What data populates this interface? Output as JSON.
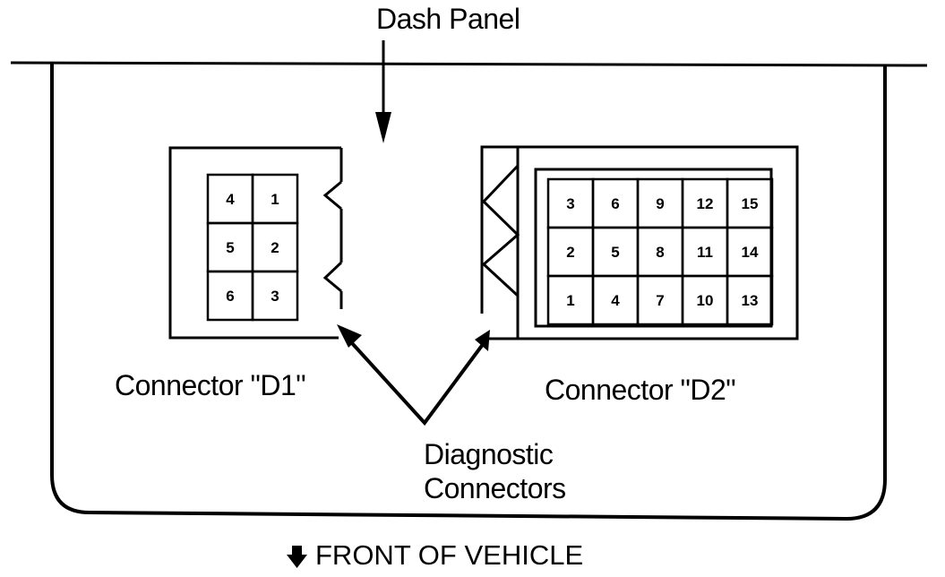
{
  "labels": {
    "dash_panel": "Dash Panel",
    "connector_d1": "Connector \"D1\"",
    "connector_d2": "Connector \"D2\"",
    "diagnostic_line1": "Diagnostic",
    "diagnostic_line2": "Connectors",
    "front_of_vehicle": "FRONT OF VEHICLE"
  },
  "connector_d1": {
    "rows": [
      [
        "4",
        "1"
      ],
      [
        "5",
        "2"
      ],
      [
        "6",
        "3"
      ]
    ]
  },
  "connector_d2": {
    "rows": [
      [
        "3",
        "6",
        "9",
        "12",
        "15"
      ],
      [
        "2",
        "5",
        "8",
        "11",
        "14"
      ],
      [
        "1",
        "4",
        "7",
        "10",
        "13"
      ]
    ]
  }
}
